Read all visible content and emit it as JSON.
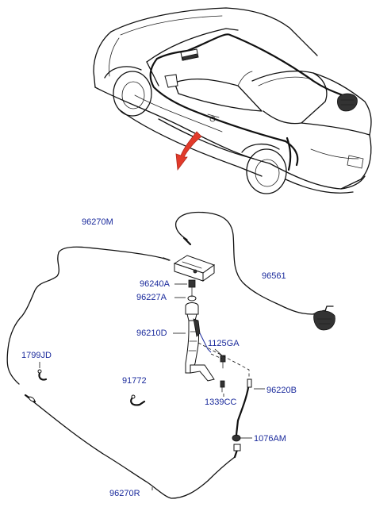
{
  "labels": {
    "l96270M": "96270M",
    "l96561": "96561",
    "l96240A": "96240A",
    "l96227A": "96227A",
    "l96210D": "96210D",
    "l1125GA": "1125GA",
    "l1799JD": "1799JD",
    "l91772": "91772",
    "l96220B": "96220B",
    "l1339CC": "1339CC",
    "l1076AM": "1076AM",
    "l96270R": "96270R"
  },
  "colors": {
    "label_text": "#1a2a9c",
    "arrow_fill": "#e23a2a",
    "line": "#111111"
  }
}
